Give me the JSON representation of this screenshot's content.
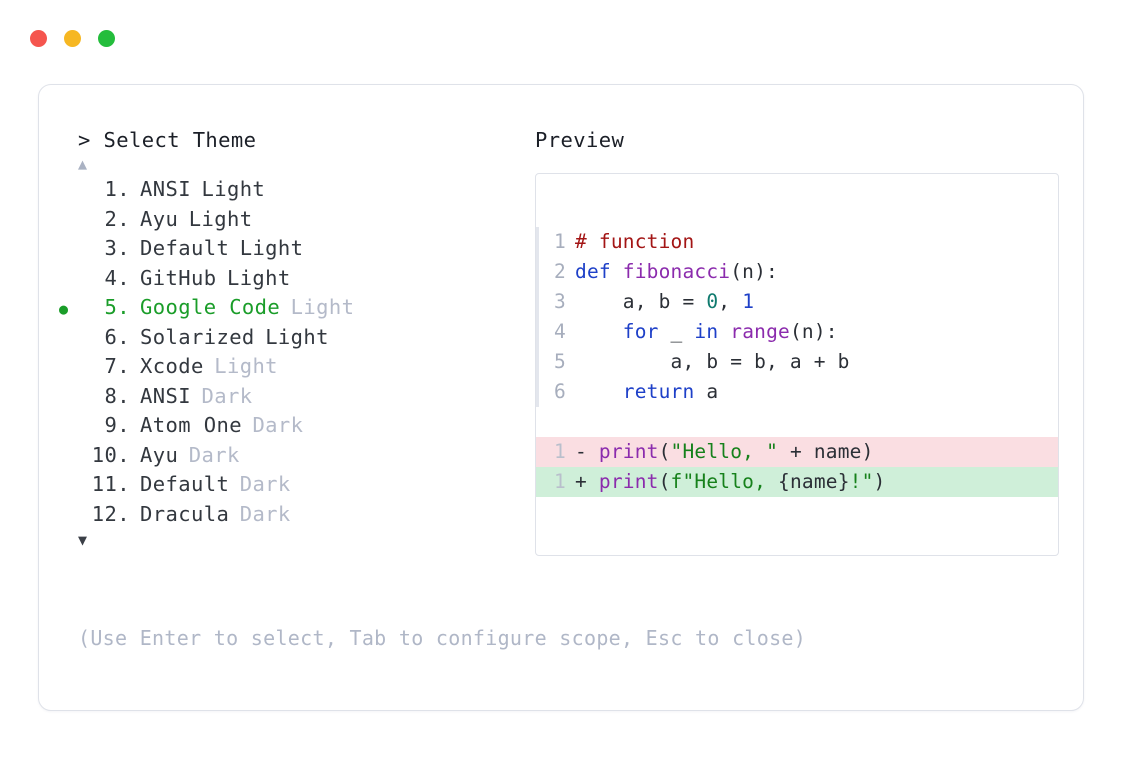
{
  "window": {
    "traffic_lights": [
      {
        "name": "close",
        "color": "#f5554e"
      },
      {
        "name": "minimize",
        "color": "#f6b722"
      },
      {
        "name": "maximize",
        "color": "#24bd3c"
      }
    ]
  },
  "prompt": {
    "caret": ">",
    "title": "Select Theme"
  },
  "scroll": {
    "up_glyph": "▲",
    "down_glyph": "▼"
  },
  "themes": [
    {
      "index": "1.",
      "name": "ANSI",
      "variant": "Light",
      "variant_muted": false,
      "selected": false,
      "bullet": ""
    },
    {
      "index": "2.",
      "name": "Ayu",
      "variant": "Light",
      "variant_muted": false,
      "selected": false,
      "bullet": ""
    },
    {
      "index": "3.",
      "name": "Default",
      "variant": "Light",
      "variant_muted": false,
      "selected": false,
      "bullet": ""
    },
    {
      "index": "4.",
      "name": "GitHub",
      "variant": "Light",
      "variant_muted": false,
      "selected": false,
      "bullet": ""
    },
    {
      "index": "5.",
      "name": "Google Code",
      "variant": "Light",
      "variant_muted": true,
      "selected": true,
      "bullet": "●"
    },
    {
      "index": "6.",
      "name": "Solarized",
      "variant": "Light",
      "variant_muted": false,
      "selected": false,
      "bullet": ""
    },
    {
      "index": "7.",
      "name": "Xcode",
      "variant": "Light",
      "variant_muted": true,
      "selected": false,
      "bullet": ""
    },
    {
      "index": "8.",
      "name": "ANSI",
      "variant": "Dark",
      "variant_muted": true,
      "selected": false,
      "bullet": ""
    },
    {
      "index": "9.",
      "name": "Atom One",
      "variant": "Dark",
      "variant_muted": true,
      "selected": false,
      "bullet": ""
    },
    {
      "index": "10.",
      "name": "Ayu",
      "variant": "Dark",
      "variant_muted": true,
      "selected": false,
      "bullet": ""
    },
    {
      "index": "11.",
      "name": "Default",
      "variant": "Dark",
      "variant_muted": true,
      "selected": false,
      "bullet": ""
    },
    {
      "index": "12.",
      "name": "Dracula",
      "variant": "Dark",
      "variant_muted": true,
      "selected": false,
      "bullet": ""
    }
  ],
  "hint": "(Use Enter to select, Tab to configure scope, Esc to close)",
  "preview": {
    "label": "Preview",
    "code_lines": [
      {
        "ln": "1",
        "tokens": [
          {
            "t": "# function",
            "c": "tok-comment"
          }
        ]
      },
      {
        "ln": "2",
        "tokens": [
          {
            "t": "def ",
            "c": "tok-keyword"
          },
          {
            "t": "fibonacci",
            "c": "tok-func"
          },
          {
            "t": "(n):",
            "c": "tok-punc"
          }
        ]
      },
      {
        "ln": "3",
        "tokens": [
          {
            "t": "    a, b = ",
            "c": "tok-plain"
          },
          {
            "t": "0",
            "c": "tok-number"
          },
          {
            "t": ", ",
            "c": "tok-plain"
          },
          {
            "t": "1",
            "c": "tok-number-b"
          }
        ]
      },
      {
        "ln": "4",
        "tokens": [
          {
            "t": "    ",
            "c": "tok-plain"
          },
          {
            "t": "for",
            "c": "tok-keyword"
          },
          {
            "t": " _ ",
            "c": "tok-plain"
          },
          {
            "t": "in",
            "c": "tok-keyword"
          },
          {
            "t": " ",
            "c": "tok-plain"
          },
          {
            "t": "range",
            "c": "tok-func"
          },
          {
            "t": "(n):",
            "c": "tok-punc"
          }
        ]
      },
      {
        "ln": "5",
        "tokens": [
          {
            "t": "        a, b = b, a + b",
            "c": "tok-plain"
          }
        ]
      },
      {
        "ln": "6",
        "tokens": [
          {
            "t": "    ",
            "c": "tok-plain"
          },
          {
            "t": "return",
            "c": "tok-keyword"
          },
          {
            "t": " a",
            "c": "tok-plain"
          }
        ]
      }
    ],
    "diff_lines": [
      {
        "ln": "1",
        "kind": "diff-del",
        "marker": "-",
        "tokens": [
          {
            "t": "print",
            "c": "tok-func"
          },
          {
            "t": "(",
            "c": "tok-punc"
          },
          {
            "t": "\"Hello, \"",
            "c": "tok-string"
          },
          {
            "t": " + name)",
            "c": "tok-plain"
          }
        ]
      },
      {
        "ln": "1",
        "kind": "diff-add",
        "marker": "+",
        "tokens": [
          {
            "t": "print",
            "c": "tok-func"
          },
          {
            "t": "(",
            "c": "tok-punc"
          },
          {
            "t": "f\"Hello, ",
            "c": "tok-string"
          },
          {
            "t": "{name}",
            "c": "tok-plain"
          },
          {
            "t": "!\"",
            "c": "tok-string"
          },
          {
            "t": ")",
            "c": "tok-punc"
          }
        ]
      }
    ]
  },
  "colors": {
    "card_border": "#dfe2e9",
    "selected_green": "#1a9d29",
    "muted_text": "#b4bac9",
    "hint_text": "#b0b7c7",
    "diff_del_bg": "#fadee2",
    "diff_add_bg": "#cfefd9"
  }
}
